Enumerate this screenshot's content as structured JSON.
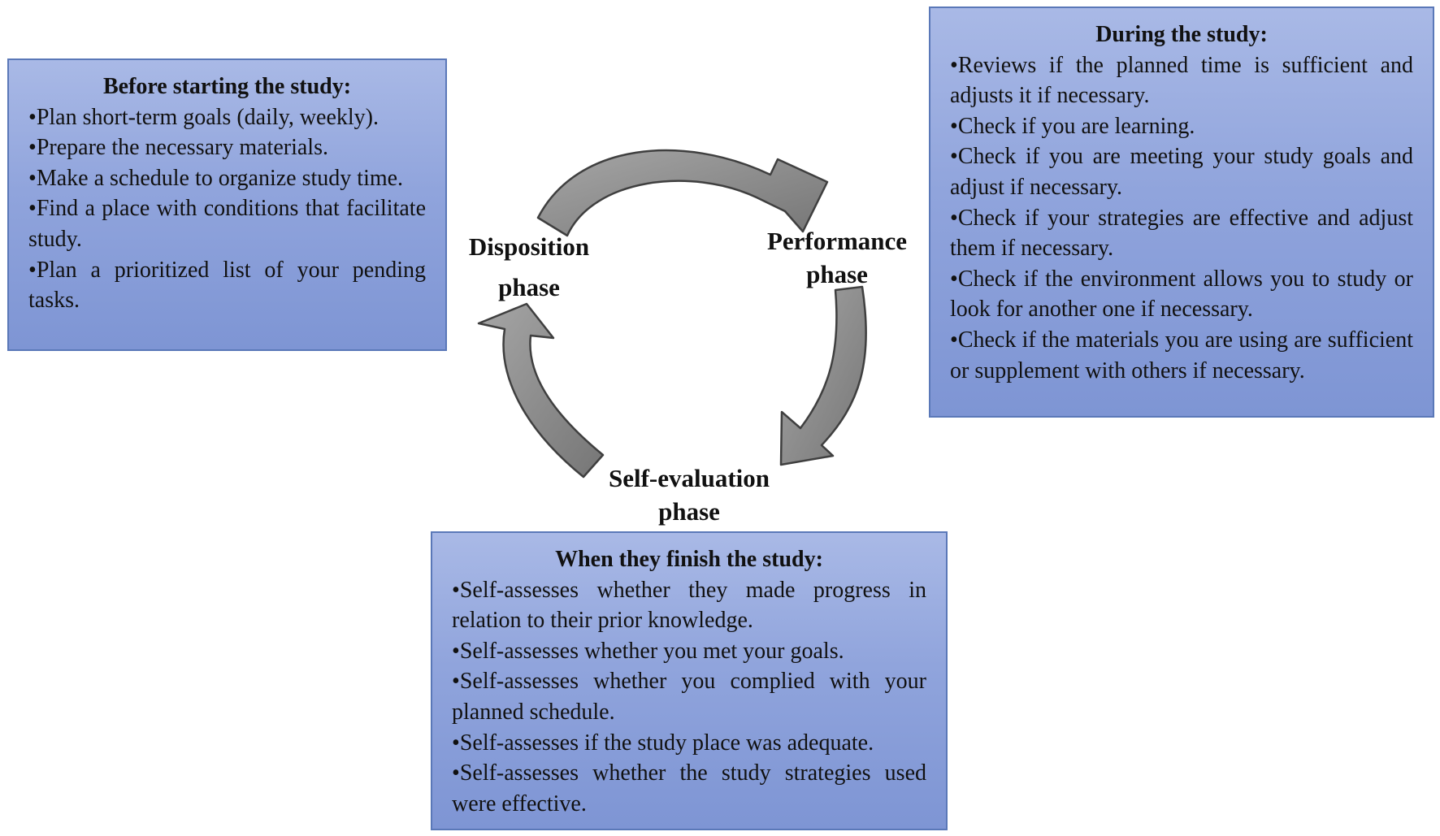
{
  "boxes": {
    "before": {
      "title": "Before starting the study:",
      "items": [
        "Plan short-term goals (daily, weekly).",
        "Prepare the necessary materials.",
        "Make a schedule to organize study time.",
        "Find a place with conditions that facilitate study.",
        "Plan a prioritized list of your pending tasks."
      ]
    },
    "during": {
      "title": "During the study:",
      "items": [
        "Reviews if the planned time is sufficient and adjusts it if necessary.",
        "Check if you are learning.",
        "Check if you are meeting your study goals and adjust if necessary.",
        "Check if your strategies are effective and adjust them if necessary.",
        "Check if the environment allows you to study or look for another one if necessary.",
        "Check if the materials you are using are sufficient or supplement with others if necessary."
      ]
    },
    "finish": {
      "title": "When they finish the study:",
      "items": [
        "Self-assesses whether they made progress in relation to their prior knowledge.",
        "Self-assesses whether you met your goals.",
        "Self-assesses whether you complied with your planned schedule.",
        "Self-assesses if the study place was adequate.",
        "Self-assesses whether the study strategies used were effective."
      ]
    }
  },
  "phases": {
    "disposition": {
      "line1": "Disposition",
      "line2": "phase"
    },
    "performance": {
      "line1": "Performance",
      "line2": "phase"
    },
    "self_evaluation": {
      "line1": "Self-evaluation",
      "line2": "phase"
    }
  },
  "colors": {
    "box_fill_top": "#a9b9e6",
    "box_fill_bottom": "#7e95d4",
    "box_border": "#5a78b8",
    "arrow_fill": "#8c8c8c",
    "arrow_stroke": "#3f3f3f"
  }
}
